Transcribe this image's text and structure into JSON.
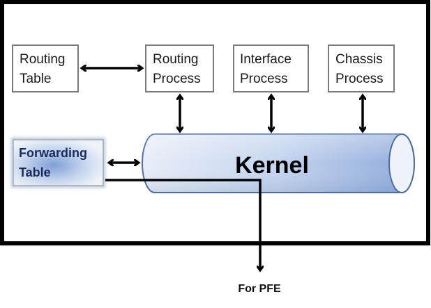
{
  "nodes": {
    "routing_table": {
      "line1": "Routing",
      "line2": "Table"
    },
    "routing_process": {
      "line1": "Routing",
      "line2": "Process"
    },
    "interface_process": {
      "line1": "Interface",
      "line2": "Process"
    },
    "chassis_process": {
      "line1": "Chassis",
      "line2": "Process"
    },
    "forwarding_table": {
      "line1": "Forwarding",
      "line2": "Table"
    },
    "kernel": {
      "label": "Kernel"
    }
  },
  "output": {
    "label": "For PFE"
  },
  "colors": {
    "frame": "#000000",
    "box_border": "#7a7a7a",
    "kernel_fill_light": "#e6edf7",
    "kernel_fill_dark": "#8eaadb",
    "kernel_border": "#4f6fa3",
    "forwarding_fill": "#d6e2f3",
    "forwarding_glow": "#7b9bd1",
    "arrow": "#000000"
  }
}
